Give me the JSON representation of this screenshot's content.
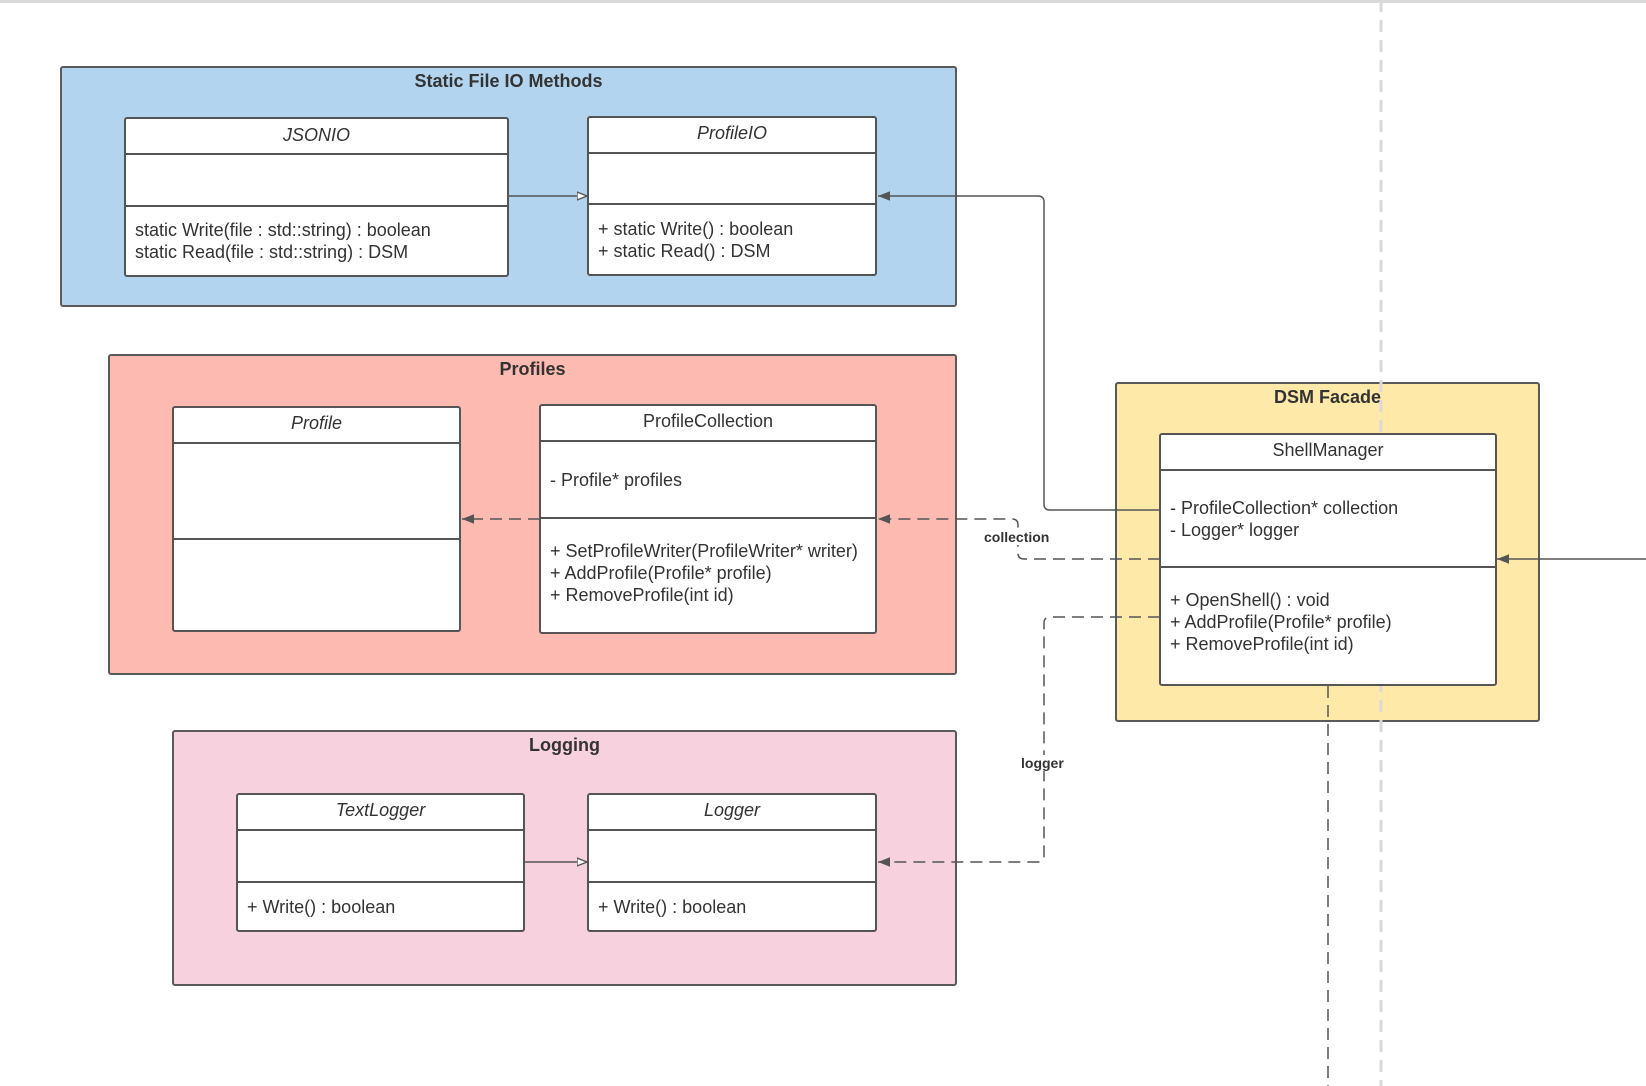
{
  "packages": {
    "static_io": {
      "title": "Static File IO Methods",
      "fill": "#b3d4ee",
      "classes": {
        "jsonio": {
          "name": "JSONIO",
          "operations": [
            "static Write(file : std::string) :  boolean",
            "static Read(file : std::string) :  DSM"
          ]
        },
        "profileio": {
          "name": "ProfileIO",
          "operations": [
            "+ static Write() : boolean",
            "+ static Read() : DSM"
          ]
        }
      }
    },
    "profiles": {
      "title": "Profiles",
      "fill": "#fdbab0",
      "classes": {
        "profile": {
          "name": "Profile"
        },
        "profile_collection": {
          "name": "ProfileCollection",
          "attributes": [
            "- Profile* profiles"
          ],
          "operations": [
            "+ SetProfileWriter(ProfileWriter* writer)",
            "+ AddProfile(Profile* profile)",
            "+ RemoveProfile(int id)"
          ]
        }
      }
    },
    "logging": {
      "title": "Logging",
      "fill": "#f7d1de",
      "classes": {
        "text_logger": {
          "name": "TextLogger",
          "operations": [
            "+ Write() : boolean"
          ]
        },
        "logger": {
          "name": "Logger",
          "operations": [
            "+ Write() : boolean"
          ]
        }
      }
    },
    "facade": {
      "title": "DSM Facade",
      "fill": "#ffe9a8",
      "classes": {
        "shell_manager": {
          "name": "ShellManager",
          "attributes": [
            "- ProfileCollection* collection",
            "- Logger* logger"
          ],
          "operations": [
            "+ OpenShell() : void",
            "+ AddProfile(Profile* profile)",
            "+ RemoveProfile(int id)"
          ]
        }
      }
    }
  },
  "edges": {
    "collection_label": "collection",
    "logger_label": "logger"
  },
  "colors": {
    "line": "#555555",
    "divider": "#d9d9d9"
  }
}
